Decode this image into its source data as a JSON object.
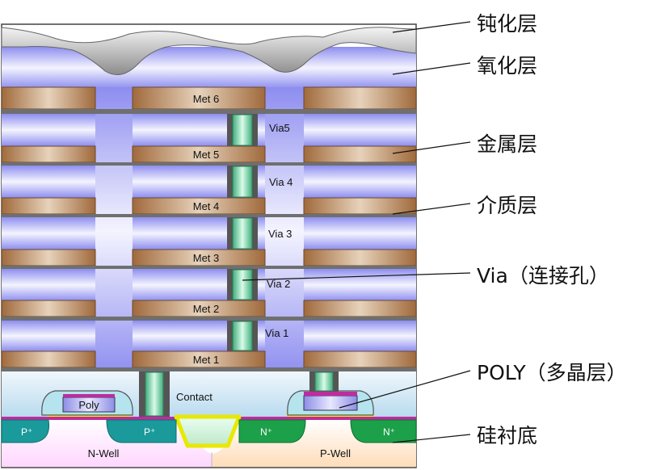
{
  "metal_labels": [
    "Met 6",
    "Met 5",
    "Met 4",
    "Met 3",
    "Met 2",
    "Met 1"
  ],
  "via_labels": [
    "Via5",
    "Via 4",
    "Via 3",
    "Via 2",
    "Via 1"
  ],
  "substrate_labels": {
    "contact": "Contact",
    "poly": "Poly",
    "p_left_1": "P⁺",
    "p_left_2": "P⁺",
    "n_right_1": "N⁺",
    "n_right_2": "N⁺",
    "n_well": "N-Well",
    "p_well": "P-Well"
  },
  "callouts": [
    {
      "key": "passivation",
      "text": "钝化层"
    },
    {
      "key": "oxide",
      "text": "氧化层"
    },
    {
      "key": "metal",
      "text": "金属层"
    },
    {
      "key": "dielectric",
      "text": "介质层"
    },
    {
      "key": "via",
      "text": "Via（连接孔）"
    },
    {
      "key": "poly",
      "text": "POLY（多晶层）"
    },
    {
      "key": "substrate",
      "text": "硅衬底"
    }
  ],
  "colors": {
    "passivation": "#a9a9a9",
    "oxide": "#b8b8f5",
    "metal": "#a8754a",
    "via": "#66c79c",
    "via_frame": "#555555",
    "substrate_top": "#cfe8f5",
    "n_well": "#ffe0ff",
    "p_well": "#ffe6c8",
    "p_diffusion": "#1a9a9a",
    "n_diffusion": "#1ca04a",
    "poly_gate": "#8080d0",
    "gate_top": "#cc33aa",
    "yellow": "#f5f500"
  }
}
